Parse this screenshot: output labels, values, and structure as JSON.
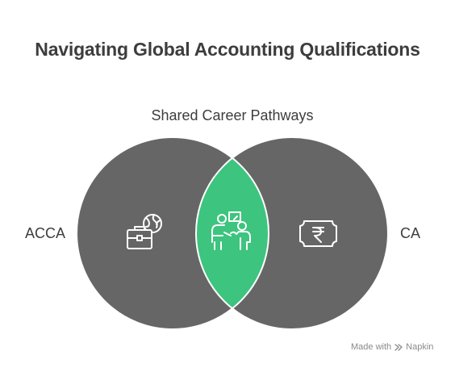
{
  "title": "Navigating Global Accounting Qualifications",
  "diagram": {
    "overlap_label": "Shared Career Pathways",
    "left_label": "ACCA",
    "right_label": "CA",
    "colors": {
      "circle": "#666666",
      "overlap": "#3dc47e",
      "icon": "#ffffff",
      "text": "#3d3d3d"
    },
    "icons": {
      "left": "briefcase-globe-icon",
      "overlap": "presentation-people-icon",
      "right": "rupee-banknote-icon"
    }
  },
  "watermark": {
    "prefix": "Made with",
    "brand": "Napkin"
  }
}
